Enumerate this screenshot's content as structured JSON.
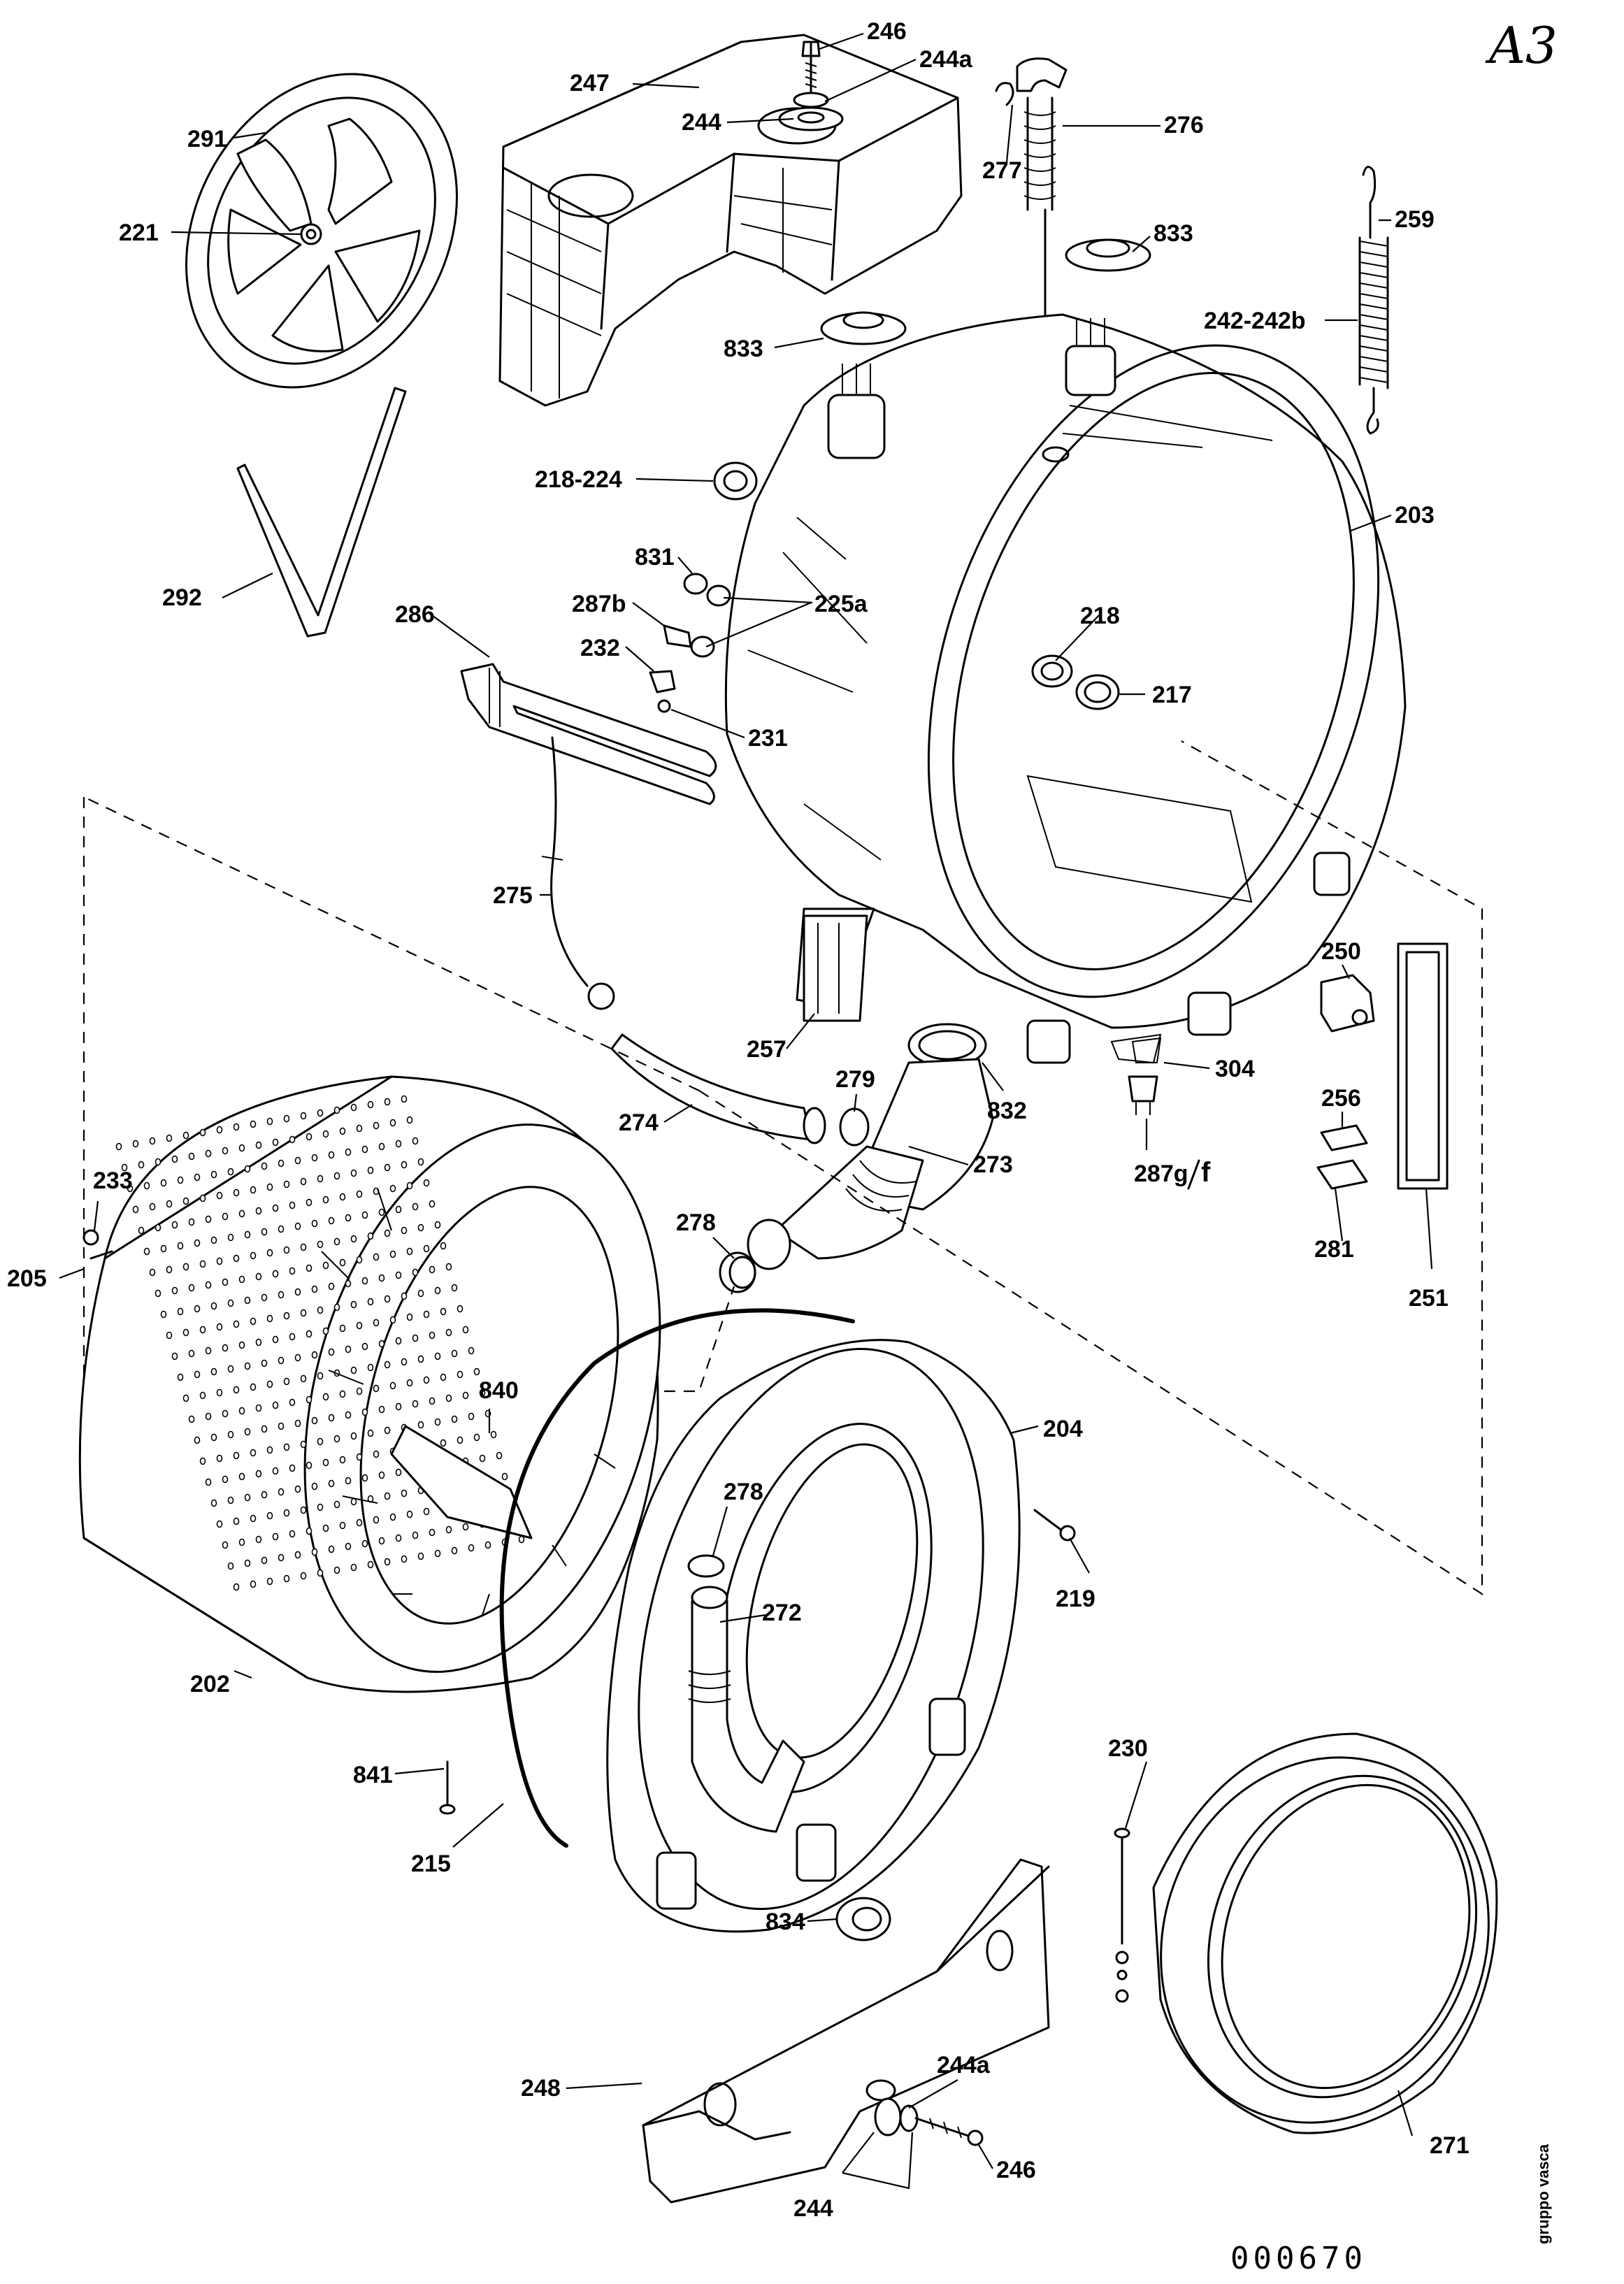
{
  "sheet": {
    "sheet_code": "A3",
    "drawing_number": "000670",
    "group_label": "gruppo vasca"
  },
  "labels": [
    {
      "id": "246_top",
      "text": "246"
    },
    {
      "id": "244a_top",
      "text": "244a"
    },
    {
      "id": "247",
      "text": "247"
    },
    {
      "id": "244_top",
      "text": "244"
    },
    {
      "id": "276",
      "text": "276"
    },
    {
      "id": "277",
      "text": "277"
    },
    {
      "id": "291",
      "text": "291"
    },
    {
      "id": "221",
      "text": "221"
    },
    {
      "id": "833_right",
      "text": "833"
    },
    {
      "id": "259",
      "text": "259"
    },
    {
      "id": "242_242b",
      "text": "242-242b"
    },
    {
      "id": "833_left",
      "text": "833"
    },
    {
      "id": "218_224",
      "text": "218-224"
    },
    {
      "id": "203",
      "text": "203"
    },
    {
      "id": "831",
      "text": "831"
    },
    {
      "id": "287b",
      "text": "287b"
    },
    {
      "id": "225a",
      "text": "225a"
    },
    {
      "id": "292",
      "text": "292"
    },
    {
      "id": "286",
      "text": "286"
    },
    {
      "id": "232",
      "text": "232"
    },
    {
      "id": "218",
      "text": "218"
    },
    {
      "id": "217",
      "text": "217"
    },
    {
      "id": "231",
      "text": "231"
    },
    {
      "id": "275",
      "text": "275"
    },
    {
      "id": "250",
      "text": "250"
    },
    {
      "id": "257",
      "text": "257"
    },
    {
      "id": "279",
      "text": "279"
    },
    {
      "id": "304",
      "text": "304"
    },
    {
      "id": "256",
      "text": "256"
    },
    {
      "id": "832",
      "text": "832"
    },
    {
      "id": "274",
      "text": "274"
    },
    {
      "id": "273",
      "text": "273"
    },
    {
      "id": "287g",
      "text": "287g"
    },
    {
      "id": "287f",
      "text": "f"
    },
    {
      "id": "233",
      "text": "233"
    },
    {
      "id": "281",
      "text": "281"
    },
    {
      "id": "205",
      "text": "205"
    },
    {
      "id": "278_top",
      "text": "278"
    },
    {
      "id": "251",
      "text": "251"
    },
    {
      "id": "840",
      "text": "840"
    },
    {
      "id": "204",
      "text": "204"
    },
    {
      "id": "278_bottom",
      "text": "278"
    },
    {
      "id": "272",
      "text": "272"
    },
    {
      "id": "219",
      "text": "219"
    },
    {
      "id": "202",
      "text": "202"
    },
    {
      "id": "230",
      "text": "230"
    },
    {
      "id": "841",
      "text": "841"
    },
    {
      "id": "215",
      "text": "215"
    },
    {
      "id": "834",
      "text": "834"
    },
    {
      "id": "244a_bottom",
      "text": "244a"
    },
    {
      "id": "248",
      "text": "248"
    },
    {
      "id": "271",
      "text": "271"
    },
    {
      "id": "246_bottom",
      "text": "246"
    },
    {
      "id": "244_bottom",
      "text": "244"
    }
  ]
}
